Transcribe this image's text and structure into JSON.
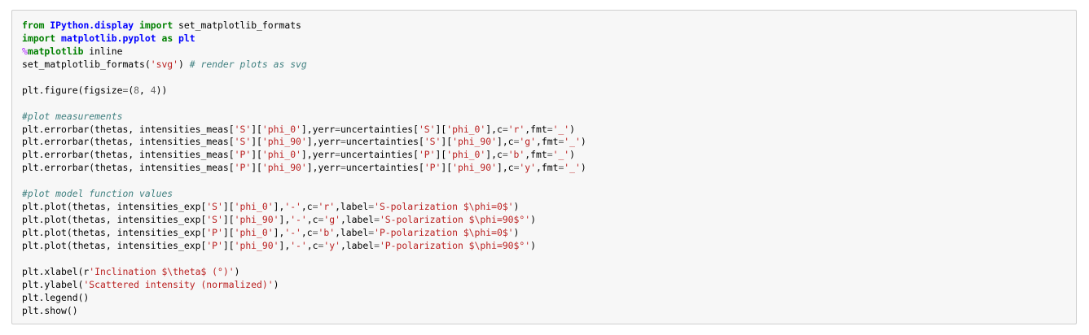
{
  "code_cell": {
    "lines": [
      [
        {
          "t": "kw",
          "v": "from"
        },
        {
          "t": "n",
          "v": " "
        },
        {
          "t": "mod",
          "v": "IPython.display"
        },
        {
          "t": "n",
          "v": " "
        },
        {
          "t": "kw",
          "v": "import"
        },
        {
          "t": "n",
          "v": " set_matplotlib_formats"
        }
      ],
      [
        {
          "t": "kw",
          "v": "import"
        },
        {
          "t": "n",
          "v": " "
        },
        {
          "t": "mod",
          "v": "matplotlib.pyplot"
        },
        {
          "t": "n",
          "v": " "
        },
        {
          "t": "kw",
          "v": "as"
        },
        {
          "t": "n",
          "v": " "
        },
        {
          "t": "mod",
          "v": "plt"
        }
      ],
      [
        {
          "t": "mag",
          "v": "%"
        },
        {
          "t": "kw",
          "v": "matplotlib"
        },
        {
          "t": "n",
          "v": " inline"
        }
      ],
      [
        {
          "t": "n",
          "v": "set_matplotlib_formats("
        },
        {
          "t": "str",
          "v": "'svg'"
        },
        {
          "t": "n",
          "v": ") "
        },
        {
          "t": "com",
          "v": "# render plots as svg"
        }
      ],
      [],
      [
        {
          "t": "n",
          "v": "plt.figure(figsize"
        },
        {
          "t": "op",
          "v": "="
        },
        {
          "t": "n",
          "v": "("
        },
        {
          "t": "num",
          "v": "8"
        },
        {
          "t": "n",
          "v": ", "
        },
        {
          "t": "num",
          "v": "4"
        },
        {
          "t": "n",
          "v": "))"
        }
      ],
      [],
      [
        {
          "t": "com",
          "v": "#plot measurements"
        }
      ],
      [
        {
          "t": "n",
          "v": "plt.errorbar(thetas, intensities_meas["
        },
        {
          "t": "str",
          "v": "'S'"
        },
        {
          "t": "n",
          "v": "]["
        },
        {
          "t": "str",
          "v": "'phi_0'"
        },
        {
          "t": "n",
          "v": "],yerr"
        },
        {
          "t": "op",
          "v": "="
        },
        {
          "t": "n",
          "v": "uncertainties["
        },
        {
          "t": "str",
          "v": "'S'"
        },
        {
          "t": "n",
          "v": "]["
        },
        {
          "t": "str",
          "v": "'phi_0'"
        },
        {
          "t": "n",
          "v": "],c"
        },
        {
          "t": "op",
          "v": "="
        },
        {
          "t": "str",
          "v": "'r'"
        },
        {
          "t": "n",
          "v": ",fmt"
        },
        {
          "t": "op",
          "v": "="
        },
        {
          "t": "str",
          "v": "'_'"
        },
        {
          "t": "n",
          "v": ")"
        }
      ],
      [
        {
          "t": "n",
          "v": "plt.errorbar(thetas, intensities_meas["
        },
        {
          "t": "str",
          "v": "'S'"
        },
        {
          "t": "n",
          "v": "]["
        },
        {
          "t": "str",
          "v": "'phi_90'"
        },
        {
          "t": "n",
          "v": "],yerr"
        },
        {
          "t": "op",
          "v": "="
        },
        {
          "t": "n",
          "v": "uncertainties["
        },
        {
          "t": "str",
          "v": "'S'"
        },
        {
          "t": "n",
          "v": "]["
        },
        {
          "t": "str",
          "v": "'phi_90'"
        },
        {
          "t": "n",
          "v": "],c"
        },
        {
          "t": "op",
          "v": "="
        },
        {
          "t": "str",
          "v": "'g'"
        },
        {
          "t": "n",
          "v": ",fmt"
        },
        {
          "t": "op",
          "v": "="
        },
        {
          "t": "str",
          "v": "'_'"
        },
        {
          "t": "n",
          "v": ")"
        }
      ],
      [
        {
          "t": "n",
          "v": "plt.errorbar(thetas, intensities_meas["
        },
        {
          "t": "str",
          "v": "'P'"
        },
        {
          "t": "n",
          "v": "]["
        },
        {
          "t": "str",
          "v": "'phi_0'"
        },
        {
          "t": "n",
          "v": "],yerr"
        },
        {
          "t": "op",
          "v": "="
        },
        {
          "t": "n",
          "v": "uncertainties["
        },
        {
          "t": "str",
          "v": "'P'"
        },
        {
          "t": "n",
          "v": "]["
        },
        {
          "t": "str",
          "v": "'phi_0'"
        },
        {
          "t": "n",
          "v": "],c"
        },
        {
          "t": "op",
          "v": "="
        },
        {
          "t": "str",
          "v": "'b'"
        },
        {
          "t": "n",
          "v": ",fmt"
        },
        {
          "t": "op",
          "v": "="
        },
        {
          "t": "str",
          "v": "'_'"
        },
        {
          "t": "n",
          "v": ")"
        }
      ],
      [
        {
          "t": "n",
          "v": "plt.errorbar(thetas, intensities_meas["
        },
        {
          "t": "str",
          "v": "'P'"
        },
        {
          "t": "n",
          "v": "]["
        },
        {
          "t": "str",
          "v": "'phi_90'"
        },
        {
          "t": "n",
          "v": "],yerr"
        },
        {
          "t": "op",
          "v": "="
        },
        {
          "t": "n",
          "v": "uncertainties["
        },
        {
          "t": "str",
          "v": "'P'"
        },
        {
          "t": "n",
          "v": "]["
        },
        {
          "t": "str",
          "v": "'phi_90'"
        },
        {
          "t": "n",
          "v": "],c"
        },
        {
          "t": "op",
          "v": "="
        },
        {
          "t": "str",
          "v": "'y'"
        },
        {
          "t": "n",
          "v": ",fmt"
        },
        {
          "t": "op",
          "v": "="
        },
        {
          "t": "str",
          "v": "'_'"
        },
        {
          "t": "n",
          "v": ")"
        }
      ],
      [],
      [
        {
          "t": "com",
          "v": "#plot model function values"
        }
      ],
      [
        {
          "t": "n",
          "v": "plt.plot(thetas, intensities_exp["
        },
        {
          "t": "str",
          "v": "'S'"
        },
        {
          "t": "n",
          "v": "]["
        },
        {
          "t": "str",
          "v": "'phi_0'"
        },
        {
          "t": "n",
          "v": "],"
        },
        {
          "t": "str",
          "v": "'-'"
        },
        {
          "t": "n",
          "v": ",c"
        },
        {
          "t": "op",
          "v": "="
        },
        {
          "t": "str",
          "v": "'r'"
        },
        {
          "t": "n",
          "v": ",label"
        },
        {
          "t": "op",
          "v": "="
        },
        {
          "t": "str",
          "v": "'S-polarization $\\phi=0$'"
        },
        {
          "t": "n",
          "v": ")"
        }
      ],
      [
        {
          "t": "n",
          "v": "plt.plot(thetas, intensities_exp["
        },
        {
          "t": "str",
          "v": "'S'"
        },
        {
          "t": "n",
          "v": "]["
        },
        {
          "t": "str",
          "v": "'phi_90'"
        },
        {
          "t": "n",
          "v": "],"
        },
        {
          "t": "str",
          "v": "'-'"
        },
        {
          "t": "n",
          "v": ",c"
        },
        {
          "t": "op",
          "v": "="
        },
        {
          "t": "str",
          "v": "'g'"
        },
        {
          "t": "n",
          "v": ",label"
        },
        {
          "t": "op",
          "v": "="
        },
        {
          "t": "str",
          "v": "'S-polarization $\\phi=90$°'"
        },
        {
          "t": "n",
          "v": ")"
        }
      ],
      [
        {
          "t": "n",
          "v": "plt.plot(thetas, intensities_exp["
        },
        {
          "t": "str",
          "v": "'P'"
        },
        {
          "t": "n",
          "v": "]["
        },
        {
          "t": "str",
          "v": "'phi_0'"
        },
        {
          "t": "n",
          "v": "],"
        },
        {
          "t": "str",
          "v": "'-'"
        },
        {
          "t": "n",
          "v": ",c"
        },
        {
          "t": "op",
          "v": "="
        },
        {
          "t": "str",
          "v": "'b'"
        },
        {
          "t": "n",
          "v": ",label"
        },
        {
          "t": "op",
          "v": "="
        },
        {
          "t": "str",
          "v": "'P-polarization $\\phi=0$'"
        },
        {
          "t": "n",
          "v": ")"
        }
      ],
      [
        {
          "t": "n",
          "v": "plt.plot(thetas, intensities_exp["
        },
        {
          "t": "str",
          "v": "'P'"
        },
        {
          "t": "n",
          "v": "]["
        },
        {
          "t": "str",
          "v": "'phi_90'"
        },
        {
          "t": "n",
          "v": "],"
        },
        {
          "t": "str",
          "v": "'-'"
        },
        {
          "t": "n",
          "v": ",c"
        },
        {
          "t": "op",
          "v": "="
        },
        {
          "t": "str",
          "v": "'y'"
        },
        {
          "t": "n",
          "v": ",label"
        },
        {
          "t": "op",
          "v": "="
        },
        {
          "t": "str",
          "v": "'P-polarization $\\phi=90$°'"
        },
        {
          "t": "n",
          "v": ")"
        }
      ],
      [],
      [
        {
          "t": "n",
          "v": "plt.xlabel(r"
        },
        {
          "t": "str",
          "v": "'Inclination $\\theta$ (°)'"
        },
        {
          "t": "n",
          "v": ")"
        }
      ],
      [
        {
          "t": "n",
          "v": "plt.ylabel("
        },
        {
          "t": "str",
          "v": "'Scattered intensity (normalized)'"
        },
        {
          "t": "n",
          "v": ")"
        }
      ],
      [
        {
          "t": "n",
          "v": "plt.legend()"
        }
      ],
      [
        {
          "t": "n",
          "v": "plt.show()"
        }
      ]
    ]
  }
}
